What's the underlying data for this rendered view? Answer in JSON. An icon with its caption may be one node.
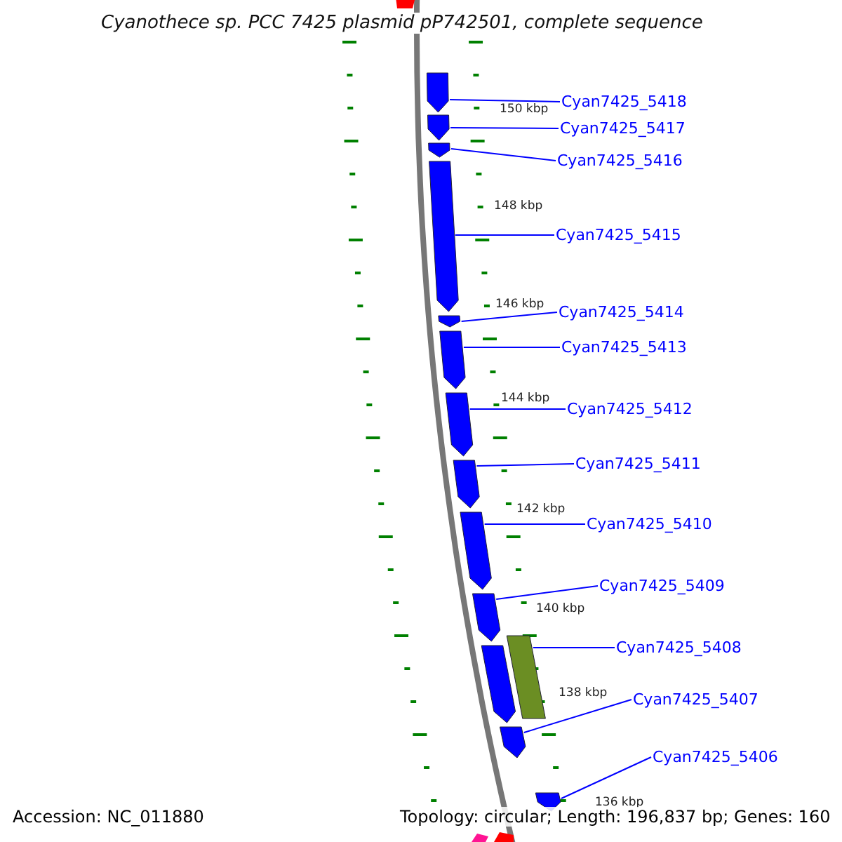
{
  "diagram": {
    "title": "Cyanothece sp. PCC 7425 plasmid pP742501, complete sequence",
    "nodes": [
      {
        "text": [
          "Cyan7425_5418"
        ]
      },
      {
        "text": [
          "Cyan7425_5417"
        ]
      },
      {
        "text": [
          "Cyan7425_5416"
        ]
      },
      {
        "text": [
          "Cyan7425_5415"
        ]
      },
      {
        "text": [
          "Cyan7425_5414"
        ]
      },
      {
        "text": [
          "Cyan7425_5413"
        ]
      },
      {
        "text": [
          "Cyan7425_5412"
        ]
      },
      {
        "text": [
          "Cyan7425_5411"
        ]
      },
      {
        "text": [
          "Cyan7425_5410"
        ]
      },
      {
        "text": [
          "Cyan7425_5409"
        ]
      },
      {
        "text": [
          "Cyan7425_5408"
        ]
      },
      {
        "text": [
          "Cyan7425_5407"
        ]
      },
      {
        "text": [
          "Cyan7425_5406"
        ]
      },
      {
        "text": [],
        "shape": "arrow"
      },
      {
        "text": [],
        "shape": "arrow"
      },
      {
        "text": [],
        "shape": "arrow"
      },
      {
        "text": [],
        "shape": "arrow"
      },
      {
        "text": [],
        "shape": "arrow"
      },
      {
        "text": [],
        "shape": "arrow"
      },
      {
        "text": [],
        "shape": "arrow"
      },
      {
        "text": [],
        "shape": "arrow"
      },
      {
        "text": [],
        "shape": "arrow"
      },
      {
        "text": [],
        "shape": "arrow"
      },
      {
        "text": [],
        "shape": "bar"
      },
      {
        "text": [],
        "shape": "arrow"
      },
      {
        "text": [],
        "shape": "arrow"
      },
      {
        "text": [],
        "shape": "arrow"
      }
    ],
    "edges": [
      {
        "from": 0,
        "to": 13,
        "arrow": "none"
      },
      {
        "from": 1,
        "to": 14,
        "arrow": "none"
      },
      {
        "from": 2,
        "to": 15,
        "arrow": "none"
      },
      {
        "from": 3,
        "to": 16,
        "arrow": "none"
      },
      {
        "from": 4,
        "to": 17,
        "arrow": "none"
      },
      {
        "from": 5,
        "to": 18,
        "arrow": "none"
      },
      {
        "from": 6,
        "to": 19,
        "arrow": "none"
      },
      {
        "from": 7,
        "to": 20,
        "arrow": "none"
      },
      {
        "from": 8,
        "to": 21,
        "arrow": "none"
      },
      {
        "from": 9,
        "to": 22,
        "arrow": "none"
      },
      {
        "from": 10,
        "to": 23,
        "arrow": "none"
      },
      {
        "from": 11,
        "to": 25,
        "arrow": "none"
      },
      {
        "from": 12,
        "to": 26,
        "arrow": "none"
      }
    ],
    "labels": [
      "150 kbp",
      "148 kbp",
      "146 kbp",
      "144 kbp",
      "142 kbp",
      "140 kbp",
      "138 kbp",
      "136 kbp",
      "Accession: NC_011880",
      "Topology: circular; Length: 196,837 bp; Genes: 160"
    ]
  }
}
